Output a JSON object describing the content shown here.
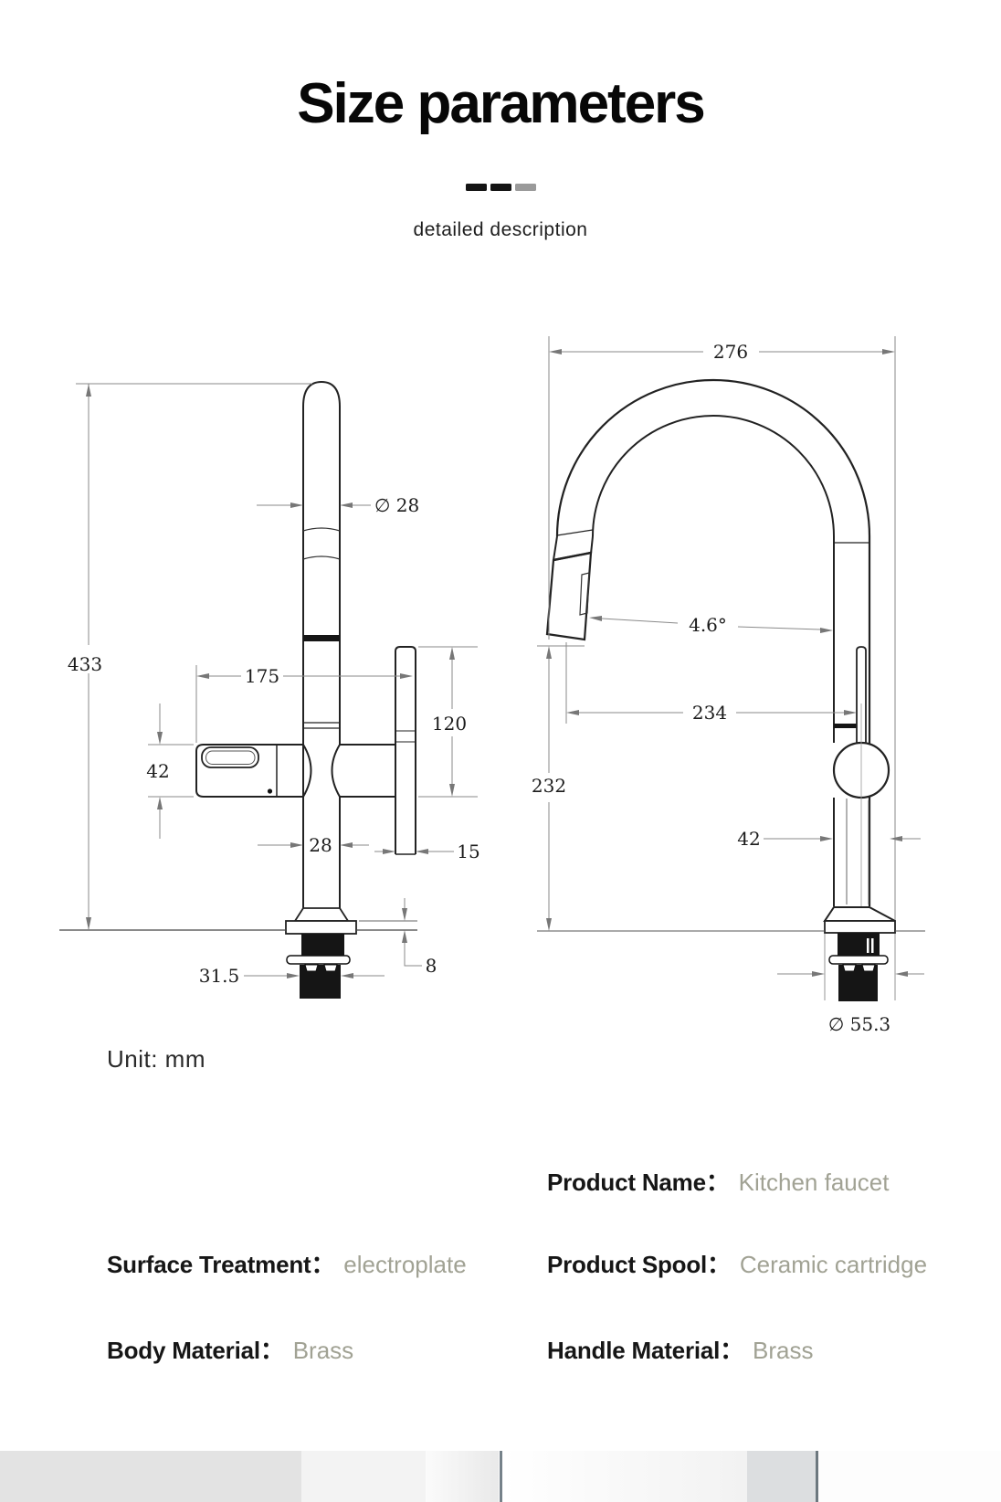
{
  "header": {
    "title": "Size parameters",
    "subtitle": "detailed description"
  },
  "drawings": {
    "unit_label": "Unit: mm",
    "side_view": {
      "total_height": "433",
      "pipe_diameter": "∅ 28",
      "handle_reach": "175",
      "spout_tube_height": "120",
      "handle_height": "42",
      "pipe_width": "28",
      "spout_tube_width": "15",
      "thread_width": "31.5",
      "deck_plate_thickness": "8"
    },
    "front_view": {
      "total_width": "276",
      "spray_head_angle": "4.6°",
      "spout_reach": "234",
      "spout_height": "232",
      "body_width": "42",
      "base_diameter": "∅ 55.3"
    }
  },
  "specs": {
    "product_name": {
      "label": "Product Name：",
      "value": "Kitchen faucet"
    },
    "surface_treatment": {
      "label": "Surface Treatment：",
      "value": "electroplate"
    },
    "product_spool": {
      "label": "Product Spool：",
      "value": "Ceramic cartridge"
    },
    "body_material": {
      "label": "Body Material：",
      "value": "Brass"
    },
    "handle_material": {
      "label": "Handle Material：",
      "value": "Brass"
    }
  },
  "colors": {
    "label_text": "#161616",
    "value_text": "#a1a294",
    "divider_dark": "#141414",
    "divider_gray": "#9a9a9a",
    "drawing_line": "#222222",
    "dimension_line": "#8a8a8a"
  }
}
